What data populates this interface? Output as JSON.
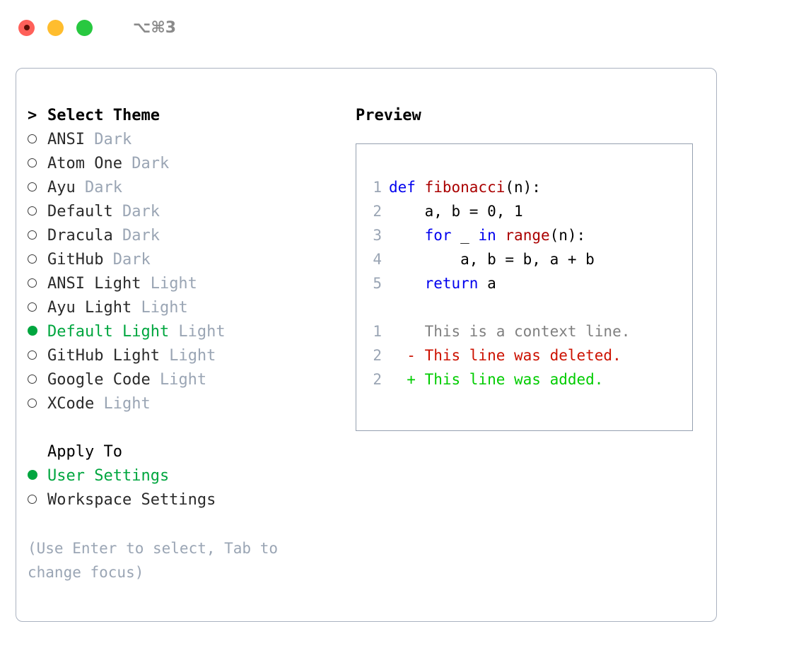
{
  "titlebar": {
    "shortcut": "⌥⌘3",
    "buttons": [
      "close",
      "minimize",
      "maximize"
    ]
  },
  "theme_picker": {
    "heading_marker": ">",
    "heading": "Select Theme",
    "items": [
      {
        "marker": "o",
        "name": "ANSI",
        "tag": "Dark",
        "selected": false
      },
      {
        "marker": "o",
        "name": "Atom One",
        "tag": "Dark",
        "selected": false
      },
      {
        "marker": "o",
        "name": "Ayu",
        "tag": "Dark",
        "selected": false
      },
      {
        "marker": "o",
        "name": "Default",
        "tag": "Dark",
        "selected": false
      },
      {
        "marker": "o",
        "name": "Dracula",
        "tag": "Dark",
        "selected": false
      },
      {
        "marker": "o",
        "name": "GitHub",
        "tag": "Dark",
        "selected": false
      },
      {
        "marker": "o",
        "name": "ANSI Light",
        "tag": "Light",
        "selected": false
      },
      {
        "marker": "o",
        "name": "Ayu Light",
        "tag": "Light",
        "selected": false
      },
      {
        "marker": "●",
        "name": "Default Light",
        "tag": "Light",
        "selected": true
      },
      {
        "marker": "o",
        "name": "GitHub Light",
        "tag": "Light",
        "selected": false
      },
      {
        "marker": "o",
        "name": "Google Code",
        "tag": "Light",
        "selected": false
      },
      {
        "marker": "o",
        "name": "XCode",
        "tag": "Light",
        "selected": false
      }
    ]
  },
  "apply_to": {
    "heading": "Apply To",
    "items": [
      {
        "marker": "●",
        "name": "User Settings",
        "selected": true
      },
      {
        "marker": "o",
        "name": "Workspace Settings",
        "selected": false
      }
    ]
  },
  "hint": "(Use Enter to select, Tab to change focus)",
  "preview": {
    "title": "Preview",
    "code": [
      {
        "ln": "1",
        "tokens": [
          {
            "t": "def ",
            "c": "kw"
          },
          {
            "t": "fibonacci",
            "c": "fn"
          },
          {
            "t": "(n):",
            "c": "plain"
          }
        ]
      },
      {
        "ln": "2",
        "tokens": [
          {
            "t": "    a, b = 0, 1",
            "c": "plain"
          }
        ]
      },
      {
        "ln": "3",
        "tokens": [
          {
            "t": "    ",
            "c": "plain"
          },
          {
            "t": "for",
            "c": "kw"
          },
          {
            "t": " _ ",
            "c": "plain"
          },
          {
            "t": "in",
            "c": "kw"
          },
          {
            "t": " ",
            "c": "plain"
          },
          {
            "t": "range",
            "c": "fn"
          },
          {
            "t": "(n):",
            "c": "plain"
          }
        ]
      },
      {
        "ln": "4",
        "tokens": [
          {
            "t": "        a, b = b, a + b",
            "c": "plain"
          }
        ]
      },
      {
        "ln": "5",
        "tokens": [
          {
            "t": "    ",
            "c": "plain"
          },
          {
            "t": "return",
            "c": "kw"
          },
          {
            "t": " a",
            "c": "plain"
          }
        ]
      }
    ],
    "diff": [
      {
        "ln": "1",
        "sign": " ",
        "text": "This is a context line.",
        "kind": "ctx"
      },
      {
        "ln": "2",
        "sign": "-",
        "text": "This line was deleted.",
        "kind": "del"
      },
      {
        "ln": "2",
        "sign": "+",
        "text": "This line was added.",
        "kind": "add"
      }
    ]
  },
  "colors": {
    "accent_green": "#00a63f",
    "muted": "#9aa5b4",
    "border": "#aab2c0",
    "keyword": "#0000ee",
    "function": "#aa0000",
    "diff_add": "#00cc00",
    "diff_del": "#cc1100",
    "diff_ctx": "#808080"
  }
}
